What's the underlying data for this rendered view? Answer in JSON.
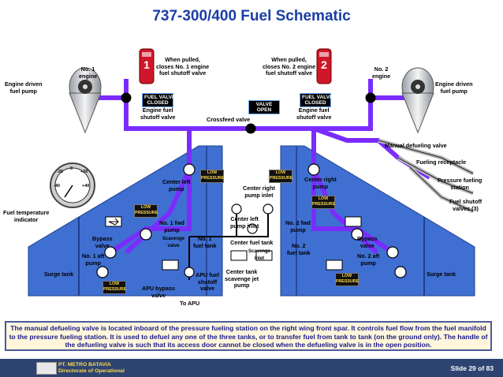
{
  "title": "737-300/400 Fuel Schematic",
  "labels": {
    "no1_engine": "No. 1\nengine",
    "no2_engine": "No. 2\nengine",
    "engine_driven_pump_left": "Engine driven\nfuel pump",
    "engine_driven_pump_right": "Engine driven\nfuel pump",
    "when_pulled_1": "When pulled,\ncloses No. 1 engine\nfuel shutoff valve",
    "when_pulled_2": "When pulled,\ncloses No. 2 engine\nfuel shutoff valve",
    "engine_shutoff_left": "Engine fuel\nshutoff valve",
    "engine_shutoff_right": "Engine fuel\nshutoff valve",
    "crossfeed": "Crossfeed valve",
    "manual_defueling": "Manual defueling valve",
    "fueling_receptacle": "Fueling receptacle",
    "pressure_fueling_station": "Pressure fueling\nstation",
    "fuel_shutoff_valves": "Fuel shutoff\nvalves (3)",
    "fuel_temp_indicator": "Fuel temperature\nindicator",
    "center_left_pump": "Center left\npump",
    "center_right_pump": "Center right\npump",
    "center_right_inlet": "Center right\npump inlet",
    "center_left_inlet": "Center left\npump inlet",
    "no1_fwd_pump": "No. 1 fwd\npump",
    "no2_fwd_pump": "No. 2 fwd\npump",
    "bypass_left": "Bypass\nvalve",
    "bypass_right": "Bypass\nvalve",
    "scavenge_valve": "Scavenge\nvalve",
    "no1_fuel_tank": "No. 1\nfuel tank",
    "center_fuel_tank": "Center fuel tank",
    "scavenge_inlet": "Scavenge\ninlet",
    "no2_fuel_tank": "No. 2\nfuel tank",
    "no1_aft_pump": "No. 1 aft\npump",
    "no2_aft_pump": "No. 2 aft\npump",
    "surge_tank_left": "Surge tank",
    "surge_tank_right": "Surge tank",
    "apu_fuel_shutoff": "APU fuel\nshutoff\nvalve",
    "center_tank_jet_pump": "Center tank\nscavenge jet\npump",
    "apu_bypass": "APU bypass\nvalve",
    "to_apu": "To APU"
  },
  "annunciators": {
    "fuel_valve_closed": "FUEL VALVE\nCLOSED",
    "valve_open": "VALVE\nOPEN",
    "low_pressure": "LOW\nPRESSURE"
  },
  "handles": {
    "left": "1",
    "right": "2"
  },
  "gauge": {
    "ticks": [
      "-20",
      "0",
      "+20",
      "-40",
      "+40"
    ]
  },
  "description": "The manual defueling valve is located inboard of the pressure fueling station on the right wing front spar.  It controls fuel flow from the fuel manifold to the pressure fueling station.  It is used to defuel any one of the three tanks, or to transfer fuel from tank to tank (on the ground only).  The handle of the defueling valve is such that its access door cannot be closed when the defueling valve is in the open position.",
  "footer": {
    "org_line1": "PT. METRO BATAVIA",
    "org_line2": "Directorate of Operational",
    "slide": "Slide  29 of 83"
  },
  "colors": {
    "title": "#1a3ea6",
    "fuel_line": "#7a2cff",
    "wing": "#3f6fd1",
    "footer_bg": "#2d4372"
  }
}
